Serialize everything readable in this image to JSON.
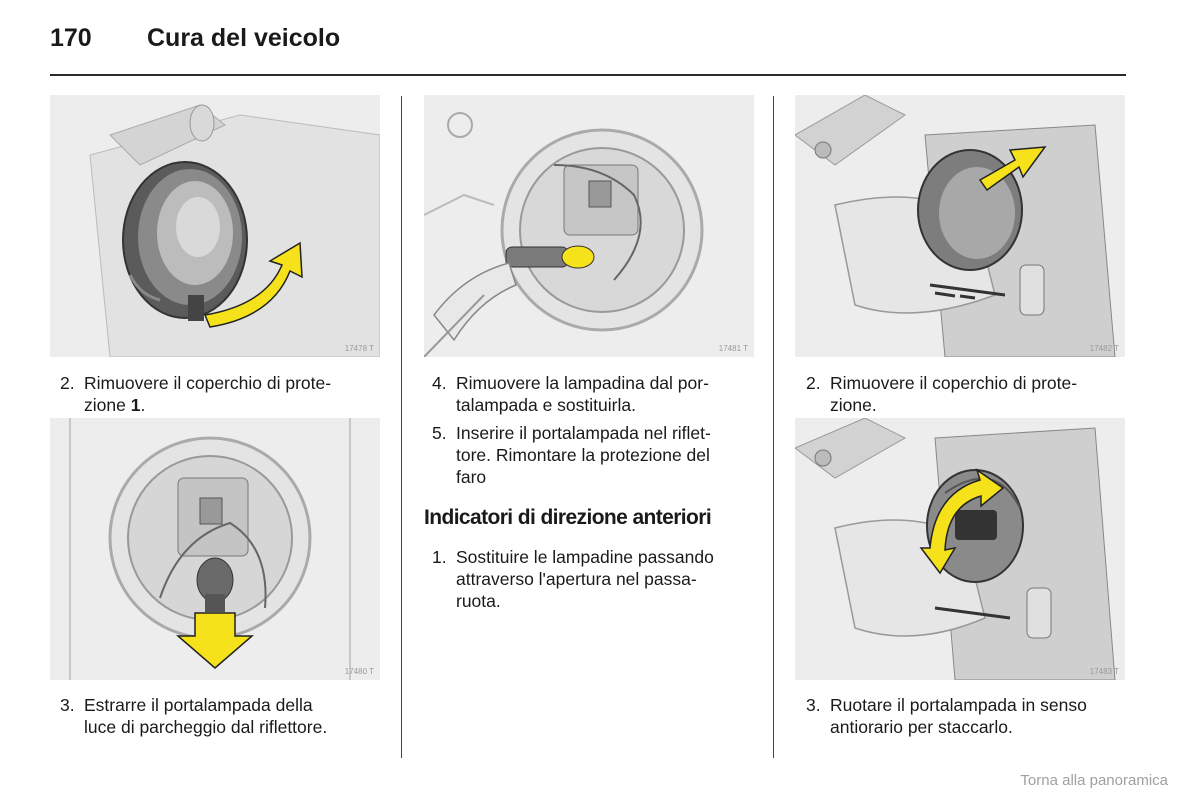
{
  "header": {
    "page_number": "170",
    "title": "Cura del veicolo"
  },
  "figures": [
    {
      "code": "17478 T",
      "icon": "cap-removal-arrow-up"
    },
    {
      "code": "17480 T",
      "icon": "bulb-holder-arrow-down"
    },
    {
      "code": "17481 T",
      "icon": "bulb-replace-hand"
    },
    {
      "code": "17482 T",
      "icon": "cover-removal-arrow-right"
    },
    {
      "code": "17483 T",
      "icon": "holder-rotate-arrow"
    }
  ],
  "left_column": {
    "step_a": {
      "num": "2.",
      "line1": "Rimuovere il coperchio di prote-",
      "line2_pre": "zione ",
      "line2_bold": "1",
      "line2_post": "."
    },
    "step_b": {
      "num": "3.",
      "text": "Estrarre il portalampada della\nluce di parcheggio dal riflettore."
    }
  },
  "middle_column": {
    "step_a": {
      "num": "4.",
      "text": "Rimuovere la lampadina dal por-\ntalampada e sostituirla."
    },
    "step_b": {
      "num": "5.",
      "text": "Inserire il portalampada nel riflet-\ntore. Rimontare la protezione del\nfaro"
    },
    "heading": "Indicatori di direzione anteriori",
    "step_c": {
      "num": "1.",
      "text": "Sostituire le lampadine passando\nattraverso l'apertura nel passa-\nruota."
    }
  },
  "right_column": {
    "step_a": {
      "num": "2.",
      "text": "Rimuovere il coperchio di prote-\nzione."
    },
    "step_b": {
      "num": "3.",
      "text": "Ruotare il portalampada in senso\nantiorario per staccarlo."
    }
  },
  "footer": {
    "link": "Torna alla panoramica"
  },
  "colors": {
    "arrow": "#f5e21a",
    "figure_bg": "#ededed",
    "text": "#1a1a1a",
    "footer": "#a0a0a0"
  }
}
